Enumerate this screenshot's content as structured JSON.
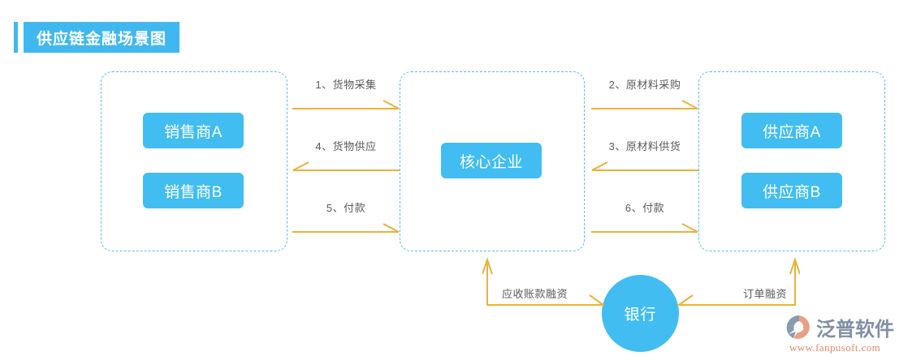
{
  "header": {
    "title": "供应链金融场景图",
    "accent_color": "#3fb8ef"
  },
  "colors": {
    "node_blue": "#41bdf1",
    "dashed_border": "#4fc1f0",
    "arrow": "#e8b33b",
    "label_text": "#5a5a5a"
  },
  "groups": {
    "left": {
      "name": "sales-group"
    },
    "center": {
      "name": "core-group"
    },
    "right": {
      "name": "supplier-group"
    }
  },
  "nodes": {
    "sales_a": "销售商A",
    "sales_b": "销售商B",
    "core": "核心企业",
    "supplier_a": "供应商A",
    "supplier_b": "供应商B",
    "bank": "银行"
  },
  "flows": [
    {
      "id": "flow-1",
      "label": "1、货物采集",
      "direction": "right",
      "from": "sales-group",
      "to": "core-group"
    },
    {
      "id": "flow-4",
      "label": "4、货物供应",
      "direction": "left",
      "from": "core-group",
      "to": "sales-group"
    },
    {
      "id": "flow-5",
      "label": "5、付款",
      "direction": "right",
      "from": "sales-group",
      "to": "core-group"
    },
    {
      "id": "flow-2",
      "label": "2、原材料采购",
      "direction": "right",
      "from": "core-group",
      "to": "supplier-group"
    },
    {
      "id": "flow-3",
      "label": "3、原材料供货",
      "direction": "left",
      "from": "supplier-group",
      "to": "core-group"
    },
    {
      "id": "flow-6",
      "label": "6、付款",
      "direction": "right",
      "from": "core-group",
      "to": "supplier-group"
    }
  ],
  "bank_flows": [
    {
      "id": "bank-left",
      "label": "应收账款融资",
      "from": "bank",
      "to": "core-group"
    },
    {
      "id": "bank-right",
      "label": "订单融资",
      "from": "bank",
      "to": "supplier-group"
    }
  ],
  "logo": {
    "name": "泛普软件",
    "url": "www.fanpusoft.com"
  }
}
